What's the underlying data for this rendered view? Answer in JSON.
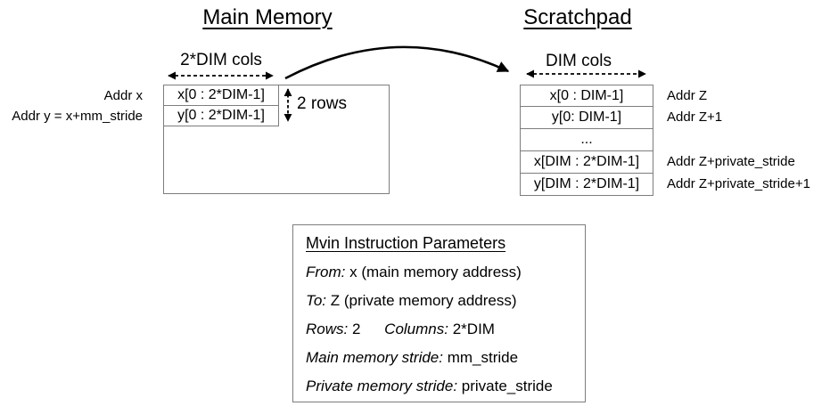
{
  "colors": {
    "text": "#000000",
    "border": "#7d7d7d",
    "arrow": "#000000",
    "bg": "#ffffff"
  },
  "main_memory": {
    "title": "Main Memory",
    "cols_label": "2*DIM cols",
    "rows_label": "2 rows",
    "addr_labels": [
      "Addr x",
      "Addr y = x+mm_stride"
    ],
    "cells": [
      "x[0 : 2*DIM-1]",
      "y[0 : 2*DIM-1]"
    ]
  },
  "scratchpad": {
    "title": "Scratchpad",
    "cols_label": "DIM cols",
    "rows": [
      "x[0 : DIM-1]",
      "y[0: DIM-1]",
      "...",
      "x[DIM : 2*DIM-1]",
      "y[DIM : 2*DIM-1]"
    ],
    "addr_labels": [
      "Addr Z",
      "Addr Z+1",
      "Addr Z+private_stride",
      "Addr Z+private_stride+1"
    ]
  },
  "params": {
    "title": "Mvin Instruction Parameters",
    "lines": [
      [
        {
          "k": "From:",
          "v": "x (main memory address)"
        }
      ],
      [
        {
          "k": "To:",
          "v": "Z (private memory address)"
        }
      ],
      [
        {
          "k": "Rows:",
          "v": "2"
        },
        {
          "k": "Columns:",
          "v": "2*DIM"
        }
      ],
      [
        {
          "k": "Main memory stride:",
          "v": "mm_stride"
        }
      ],
      [
        {
          "k": "Private memory stride:",
          "v": "private_stride"
        }
      ]
    ]
  }
}
